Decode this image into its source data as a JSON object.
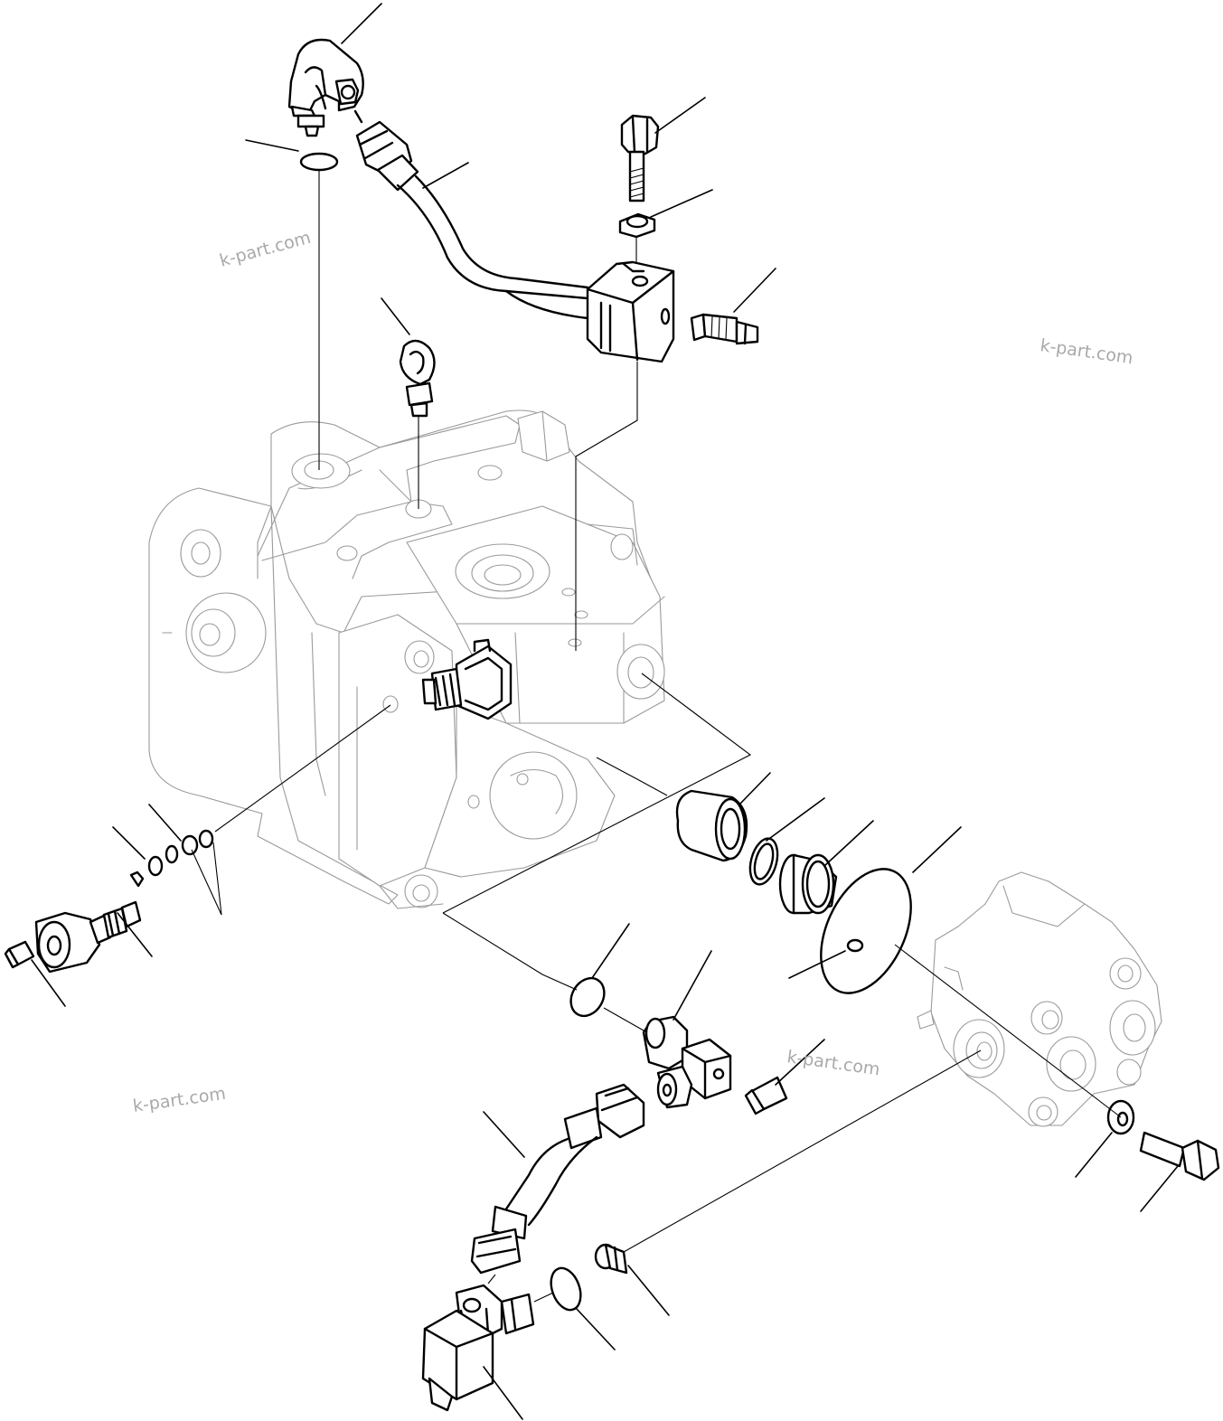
{
  "watermark": {
    "top_left": "k-part.com",
    "top_right": "k-part.com",
    "bottom_left": "k-part.com",
    "bottom_center": "k-part.com"
  },
  "colors": {
    "line": "#000000",
    "body_outline": "#9a9a9a",
    "watermark": "#a9a9a9",
    "background": "#ffffff"
  }
}
